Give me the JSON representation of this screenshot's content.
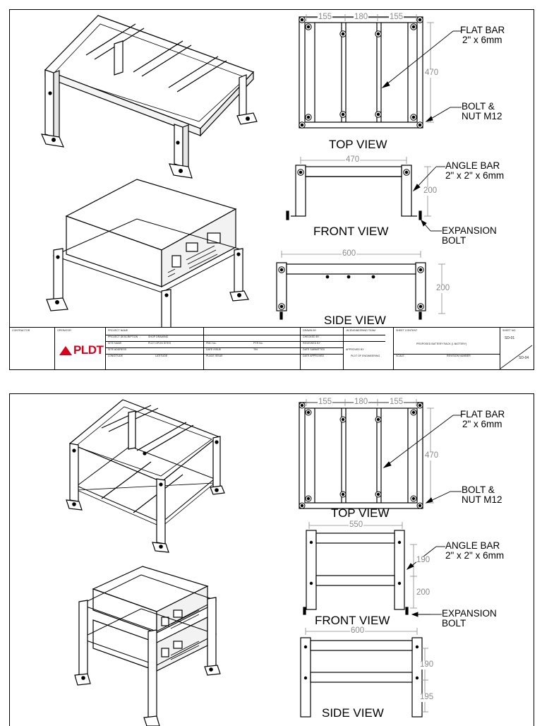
{
  "sheet1": {
    "top_view": {
      "title": "TOP VIEW",
      "dim_left": "155",
      "dim_mid": "180",
      "dim_right": "155",
      "dim_side": "470"
    },
    "front_view": {
      "title": "FRONT VIEW",
      "dim_width": "470",
      "dim_height": "200"
    },
    "side_view": {
      "title": "SIDE VIEW",
      "dim_width": "600",
      "dim_height": "200"
    },
    "callouts": {
      "flat_bar_1": "FLAT BAR",
      "flat_bar_2": "2\" x 6mm",
      "bolt_1": "BOLT &",
      "bolt_2": "NUT M12",
      "angle_bar_1": "ANGLE BAR",
      "angle_bar_2": "2\" x 2\" x 6mm",
      "expansion_1": "EXPANSION",
      "expansion_2": "BOLT"
    },
    "title_block": {
      "contractor": "CONTRACTOR",
      "operator": "OPERATOR",
      "logo_text": "PLDT",
      "project_name": "PROJECT NAME",
      "project_description": "PROJECT DESCRIPTION",
      "project_description_value": "SHOP DRAWING",
      "site_name": "SITE NAME",
      "site_name_value": "PLDT GPON SITES",
      "site_address": "SITE ADDRESS",
      "longitude": "LONGITUDE",
      "latitude": "LATITUDE",
      "pmc_no": "PMC No.",
      "ptr_no": "PTR No.",
      "date_issue": "DATE ISSUE",
      "tin": "TIN",
      "place_issue": "PLACE ISSUE",
      "drawn_by": "DRAWN BY",
      "drawn_by_value": "JM ENGINEERING TEAM",
      "checked_by": "CHECKED BY",
      "reviewed_by": "REVIEWED BY",
      "date_submitted": "DATE SUBMITTED",
      "date_approved": "DATE APPROVED",
      "approved_by": "APPROVED BY",
      "approved_by_value": "PLDT OF ENGINEERING",
      "sheet_content": "SHEET CONTENT",
      "sheet_content_value": "PROPOSED BATTERY RACK (1 BATTERY)",
      "scale": "SCALE",
      "revision_number": "REVISION NUMBER",
      "sheet_no": "SHEET NO.",
      "sheet_no_value": "SD-01",
      "sheet_total": "SD-04"
    }
  },
  "sheet2": {
    "top_view": {
      "title": "TOP VIEW",
      "dim_left": "155",
      "dim_mid": "180",
      "dim_right": "155",
      "dim_side": "470"
    },
    "front_view": {
      "title": "FRONT VIEW",
      "dim_width": "550",
      "dim_upper": "190",
      "dim_lower": "200"
    },
    "side_view": {
      "title": "SIDE VIEW",
      "dim_width": "600",
      "dim_upper": "190",
      "dim_lower": "195"
    },
    "callouts": {
      "flat_bar_1": "FLAT BAR",
      "flat_bar_2": "2\" x 6mm",
      "bolt_1": "BOLT &",
      "bolt_2": "NUT M12",
      "angle_bar_1": "ANGLE BAR",
      "angle_bar_2": "2\" x 2\" x 6mm",
      "expansion_1": "EXPANSION",
      "expansion_2": "BOLT"
    }
  }
}
